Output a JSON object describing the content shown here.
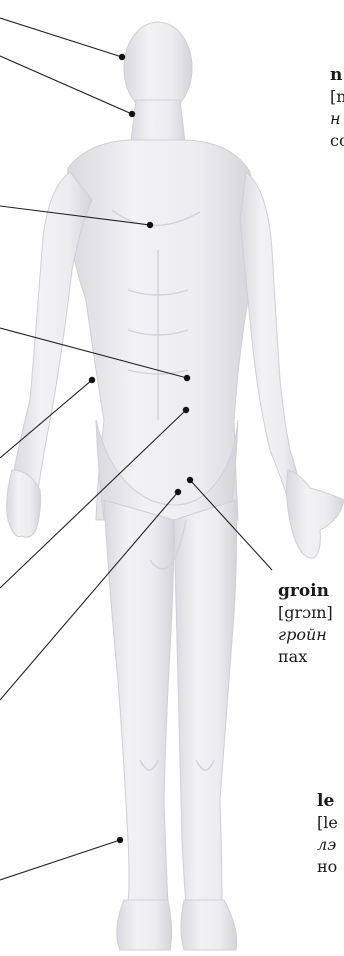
{
  "labels": {
    "neck": {
      "word": "n",
      "ipa": "[n",
      "ru": "н",
      "tr": "со"
    },
    "groin": {
      "word": "groin",
      "ipa": "[grɔɪn]",
      "ru": "гройн",
      "tr": "пах"
    },
    "leg": {
      "word": "le",
      "ipa": "[le",
      "ru": "лэ",
      "tr": "но"
    }
  },
  "colors": {
    "body": "#ececef",
    "body_shade": "#d6d6dc",
    "line": "#222222"
  }
}
